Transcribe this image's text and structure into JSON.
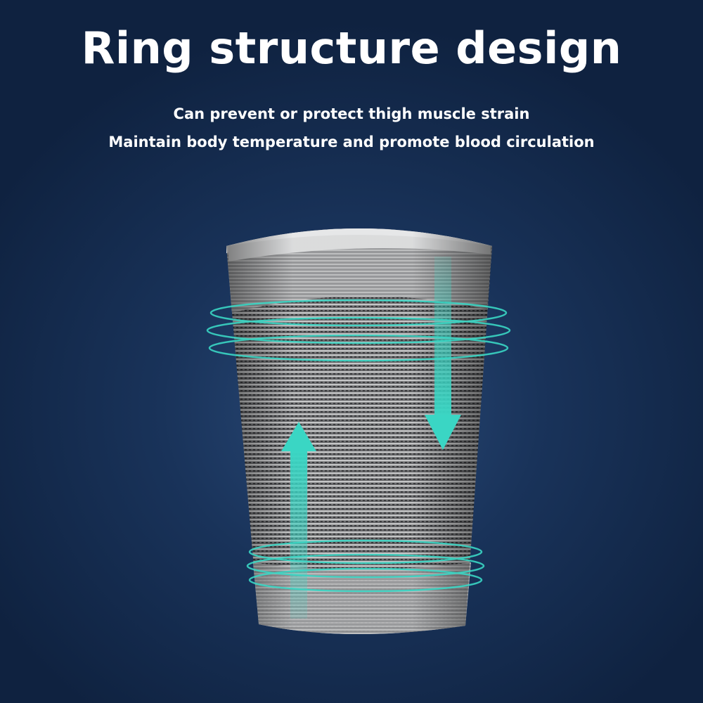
{
  "header": {
    "title": "Ring structure design",
    "line1": "Can prevent or protect thigh muscle strain",
    "line2": "Maintain body temperature and promote blood circulation"
  },
  "colors": {
    "background": "#19335a",
    "accent": "#3ad6c4",
    "sleeve": "#8a8b8d"
  },
  "product": {
    "icons": [
      "compression-ring-icon",
      "arrow-up-icon",
      "arrow-down-icon"
    ]
  }
}
